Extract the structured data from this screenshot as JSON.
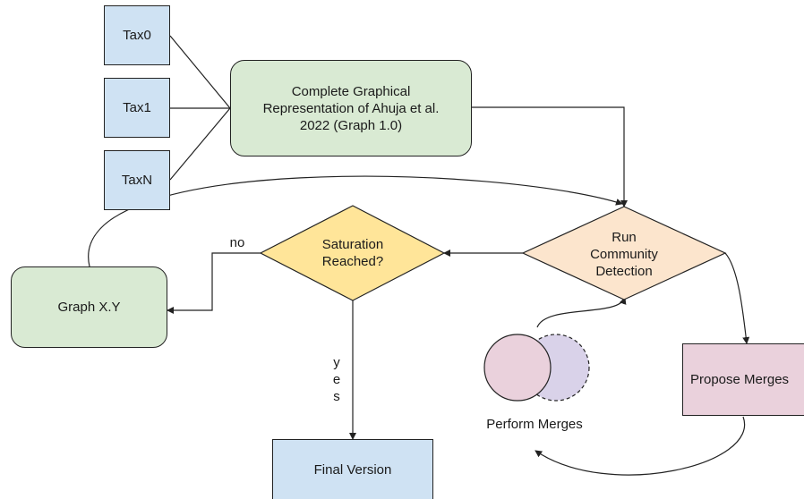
{
  "nodes": {
    "tax0": "Tax0",
    "tax1": "Tax1",
    "taxn": "TaxN",
    "complete_graph": "Complete Graphical Representation of Ahuja et al. 2022 (Graph 1.0)",
    "run_community": "Run Community Detection",
    "saturation": "Saturation Reached?",
    "graph_xy": "Graph X.Y",
    "final_version": "Final Version",
    "propose_merges": "Propose Merges",
    "perform_merges": "Perform Merges"
  },
  "edge_labels": {
    "no": "no",
    "yes": "yes"
  },
  "colors": {
    "blue": "#cfe2f3",
    "green": "#d9ead3",
    "orange": "#fce5cd",
    "yellow": "#ffe599",
    "pink": "#ead1dc",
    "lavender": "#d9d2e9"
  }
}
